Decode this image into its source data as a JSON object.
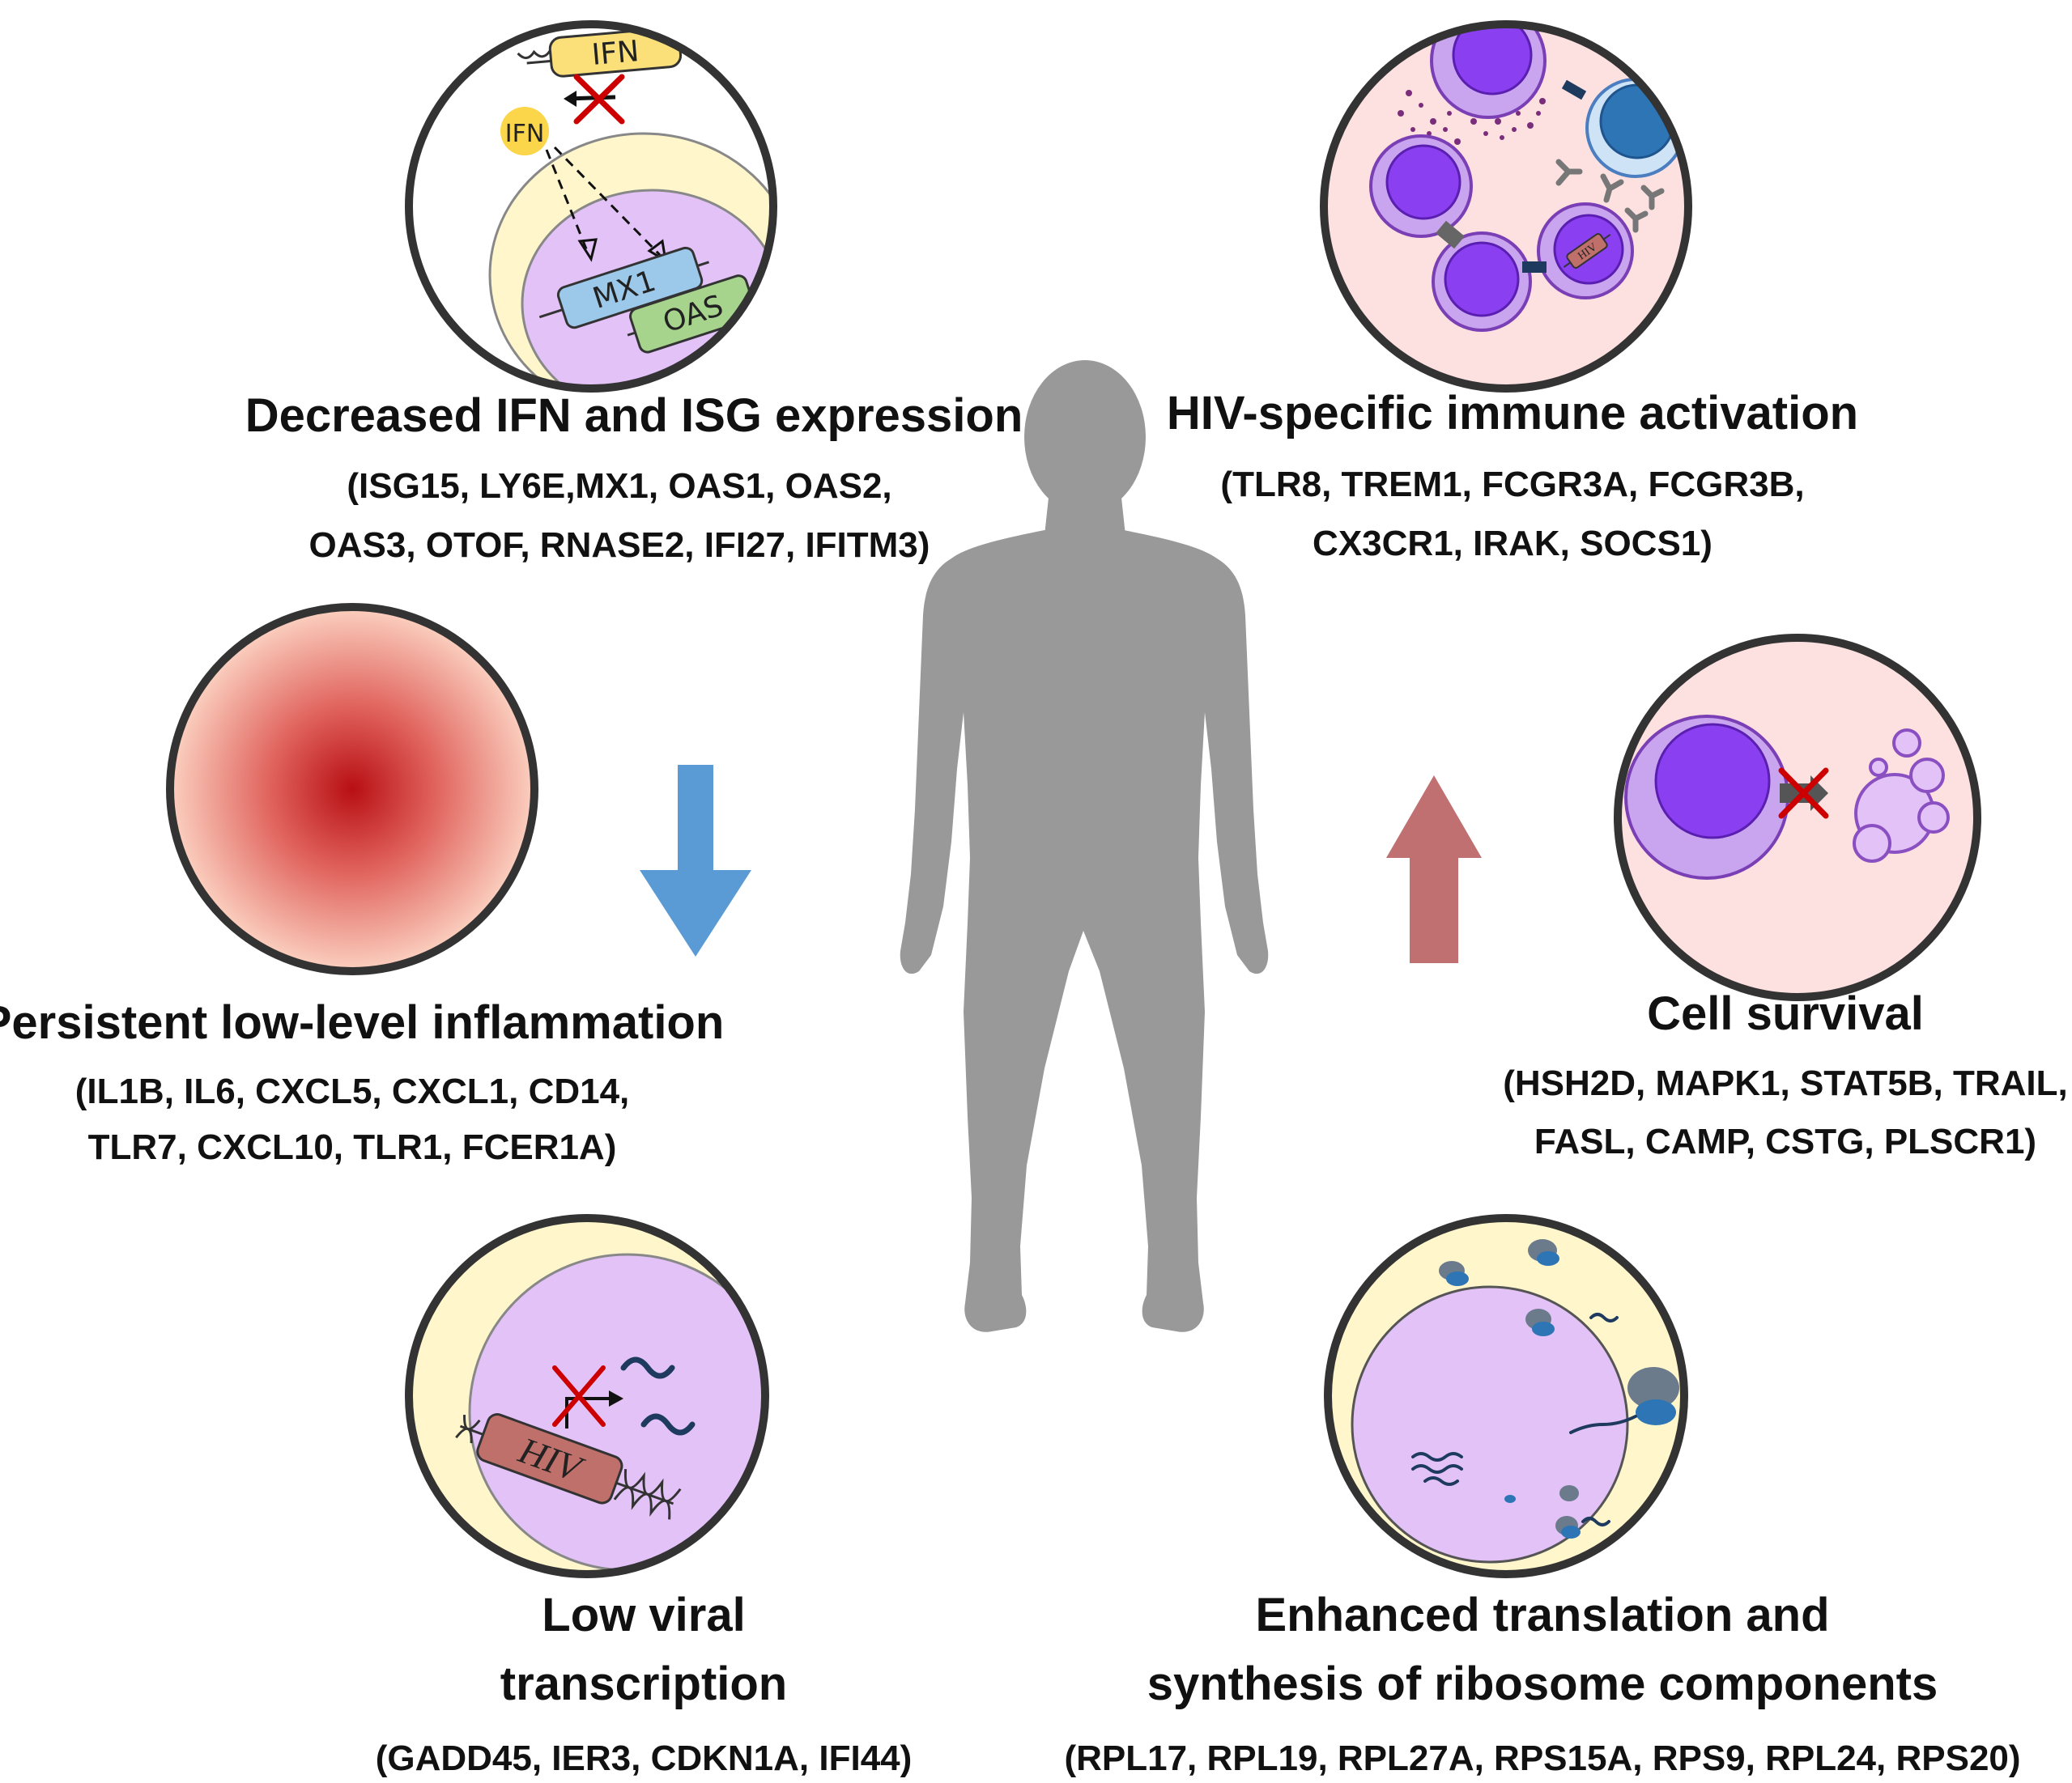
{
  "panels": {
    "ifn": {
      "title": "Decreased IFN and ISG expression",
      "genes_line1": "(ISG15, LY6E,MX1, OAS1, OAS2,",
      "genes_line2": "OAS3, OTOF, RNASE2, IFI27, IFITM3)",
      "gene_ifn": "IFN",
      "molecule_ifn": "IFN",
      "gene_mx1": "MX1",
      "gene_oas": "OAS"
    },
    "immune": {
      "title": "HIV-specific immune activation",
      "genes_line1": "(TLR8, TREM1, FCGR3A, FCGR3B,",
      "genes_line2": "CX3CR1, IRAK, SOCS1)",
      "hiv_tag": "HIV"
    },
    "inflammation": {
      "title": "Persistent low-level inflammation",
      "genes_line1": "(IL1B, IL6, CXCL5, CXCL1, CD14,",
      "genes_line2": "TLR7, CXCL10, TLR1, FCER1A)"
    },
    "survival": {
      "title": "Cell survival",
      "genes_line1": "(HSH2D, MAPK1, STAT5B, TRAIL,",
      "genes_line2": "FASL, CAMP, CSTG, PLSCR1)"
    },
    "viral": {
      "title_line1": "Low viral",
      "title_line2": "transcription",
      "genes_line1": "(GADD45, IER3, CDKN1A, IFI44)",
      "gene_hiv": "HIV"
    },
    "translation": {
      "title_line1": "Enhanced translation and",
      "title_line2": "synthesis of ribosome components",
      "genes_line1": "(RPL17, RPL19, RPL27A, RPS15A, RPS9, RPL24, RPS20)"
    }
  },
  "arrows": {
    "down": "decrease",
    "up": "increase"
  },
  "colors": {
    "down_arrow": "#5b9bd5",
    "up_arrow": "#c07070",
    "silhouette": "#999999",
    "inhibit_x": "#cc0000",
    "cytoplasm": "#fff6cc",
    "nucleus": "#e3c3f7",
    "immune_bg": "#fde0e0"
  }
}
